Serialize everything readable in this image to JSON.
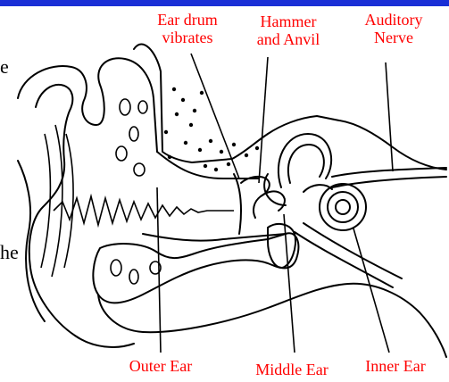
{
  "labels": {
    "ear_drum_line1": "Ear drum",
    "ear_drum_line2": "vibrates",
    "hammer_line1": "Hammer",
    "hammer_line2": "and Anvil",
    "auditory_line1": "Auditory",
    "auditory_line2": "Nerve",
    "outer_ear": "Outer Ear",
    "middle_ear": "Middle Ear",
    "inner_ear": "Inner Ear"
  },
  "edge_text": {
    "top_left_fragment": "e",
    "bottom_left_fragment": "he"
  },
  "colors": {
    "label": "#ff0000",
    "top_bar": "#1a2fd6",
    "drawing": "#000000"
  }
}
